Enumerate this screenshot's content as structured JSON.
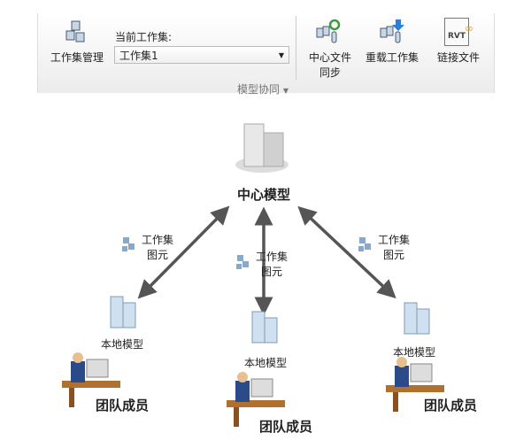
{
  "ribbon": {
    "workset_manage": "工作集管理",
    "current_workset_label": "当前工作集:",
    "current_workset_value": "工作集1",
    "sync_central_1": "中心文件",
    "sync_central_2": "同步",
    "reload_worksets": "重载工作集",
    "link_file": "链接文件",
    "rvt_badge": "RVT",
    "panel_title": "模型协同"
  },
  "diagram": {
    "central": "中心模型",
    "element_line1": "工作集",
    "element_line2": "图元",
    "local": "本地模型",
    "member": "团队成员"
  }
}
